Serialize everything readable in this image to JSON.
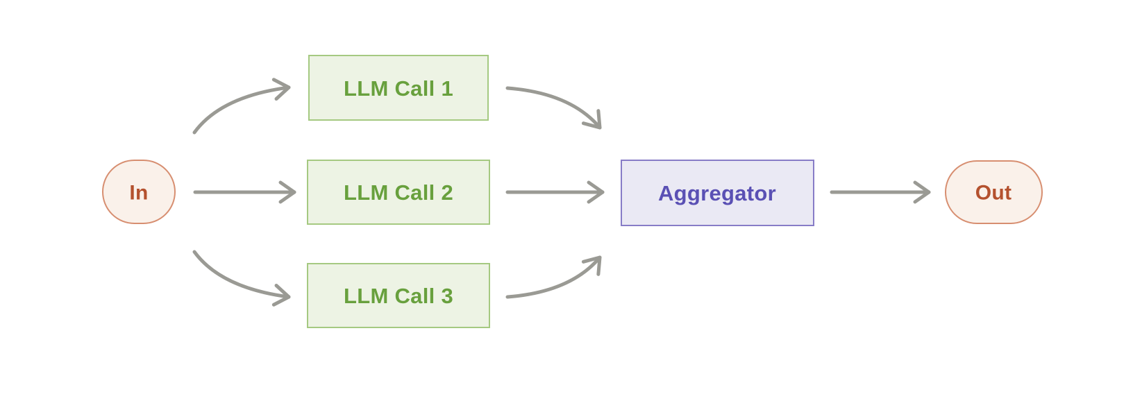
{
  "nodes": {
    "in": {
      "label": "In"
    },
    "llm_calls": [
      {
        "label": "LLM Call 1"
      },
      {
        "label": "LLM Call 2"
      },
      {
        "label": "LLM Call 3"
      }
    ],
    "aggregator": {
      "label": "Aggregator"
    },
    "out": {
      "label": "Out"
    }
  },
  "edges": [
    {
      "from": "in",
      "to": "llm-call-1",
      "style": "curved"
    },
    {
      "from": "in",
      "to": "llm-call-2",
      "style": "straight"
    },
    {
      "from": "in",
      "to": "llm-call-3",
      "style": "curved"
    },
    {
      "from": "llm-call-1",
      "to": "aggregator",
      "style": "curved"
    },
    {
      "from": "llm-call-2",
      "to": "aggregator",
      "style": "straight"
    },
    {
      "from": "llm-call-3",
      "to": "aggregator",
      "style": "curved"
    },
    {
      "from": "aggregator",
      "to": "out",
      "style": "straight"
    }
  ],
  "colors": {
    "io_fill": "#faf1ea",
    "io_border": "#d78e70",
    "io_text": "#b4512e",
    "llm_fill": "#edf3e4",
    "llm_border": "#a5c981",
    "llm_text": "#68a03d",
    "agg_fill": "#eae9f4",
    "agg_border": "#877cc7",
    "agg_text": "#5a50b4",
    "arrow": "#9a9a94",
    "background": "#ffffff"
  }
}
